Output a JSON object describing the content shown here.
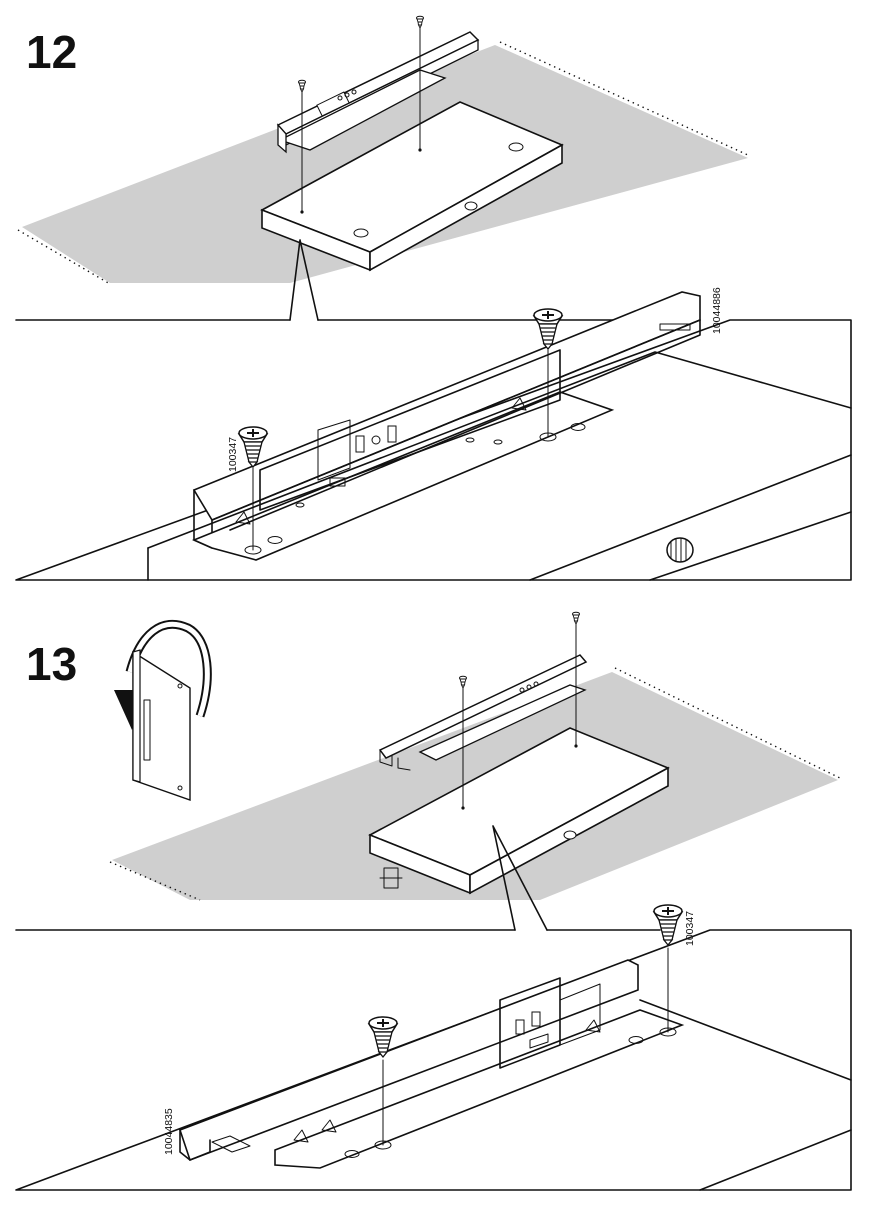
{
  "steps": [
    {
      "number": "12",
      "detail_part_numbers": [
        "10044886",
        "100347"
      ]
    },
    {
      "number": "13",
      "detail_part_numbers": [
        "100347",
        "10044835"
      ]
    }
  ],
  "icons": {
    "rotate_arrow": "curved-arrow-rotate-icon",
    "screw": "screw-icon",
    "drawer_slide": "drawer-runner-icon",
    "panel": "panel-board-icon"
  },
  "colors": {
    "ink": "#111111",
    "floor": "#cfcfcf",
    "paper": "#ffffff"
  }
}
